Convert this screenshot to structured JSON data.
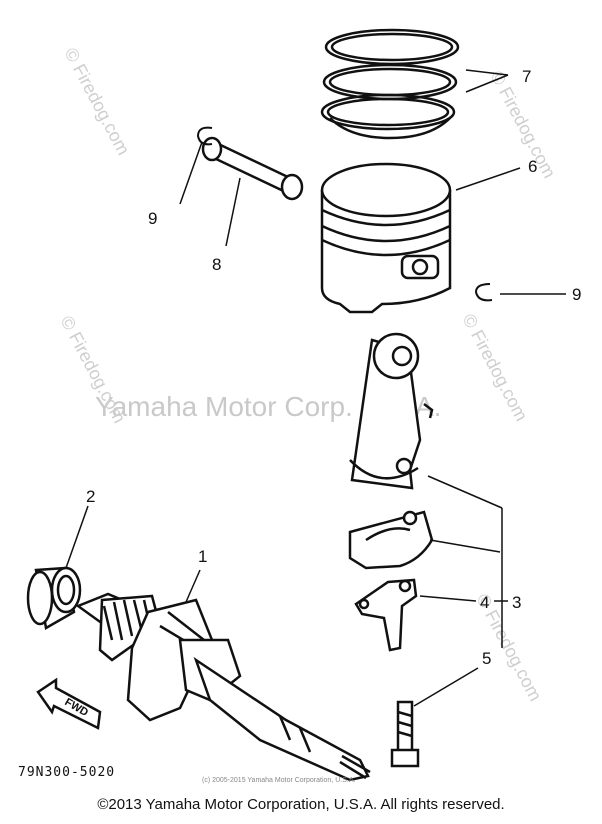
{
  "callouts": {
    "c1": "1",
    "c2": "2",
    "c3": "3",
    "c4": "4",
    "c5": "5",
    "c6": "6",
    "c7": "7",
    "c8": "8",
    "c9a": "9",
    "c9b": "9"
  },
  "diagram_code": "79N300-5020",
  "fwd_label": "FWD",
  "watermarks": {
    "center": "Yamaha Motor Corp. U.S.A.",
    "site": "© Firedog.com",
    "tiny": "(c) 2005-2015 Yamaha Motor Corporation, U.S.A."
  },
  "footer": {
    "copyright": "©2013 Yamaha Motor Corporation, U.S.A. All rights reserved."
  }
}
